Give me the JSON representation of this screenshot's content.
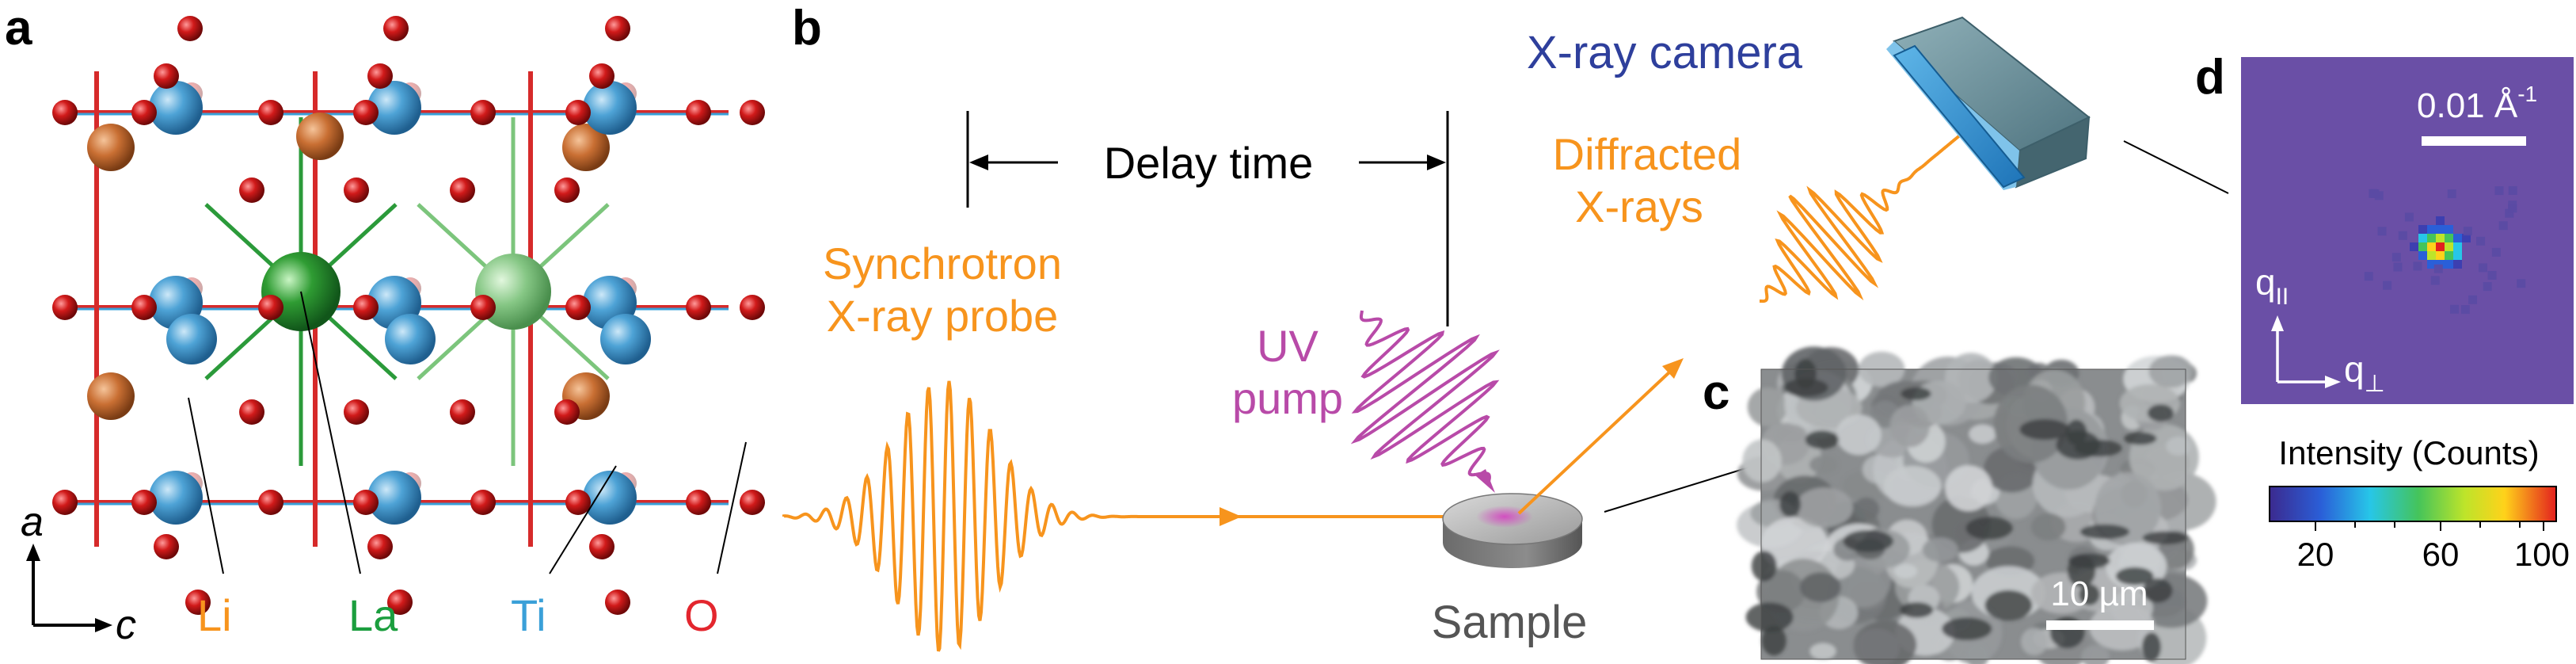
{
  "panels": {
    "a": "a",
    "b": "b",
    "c": "c",
    "d": "d"
  },
  "crystal": {
    "axis_a": "a",
    "axis_c": "c",
    "elements": [
      {
        "symbol": "Li",
        "color": "#f7941d"
      },
      {
        "symbol": "La",
        "color": "#1b9e3e"
      },
      {
        "symbol": "Ti",
        "color": "#3aa0d8"
      },
      {
        "symbol": "O",
        "color": "#e3262e"
      }
    ]
  },
  "setup": {
    "delay_time": "Delay time",
    "probe_line1": "Synchrotron",
    "probe_line2": "X-ray probe",
    "pump_line1": "UV",
    "pump_line2": "pump",
    "diffracted_line1": "Diffracted",
    "diffracted_line2": "X-rays",
    "camera": "X-ray camera",
    "sample": "Sample"
  },
  "sem": {
    "scalebar": "10 µm"
  },
  "detector": {
    "scalebar": "0.01 Å",
    "scalebar_exp": "-1",
    "q_parallel": "q",
    "q_parallel_sub": "II",
    "q_perp": "q",
    "q_perp_sub": "⊥",
    "colorbar_title": "Intensity (Counts)",
    "colorbar_ticks": [
      "20",
      "60",
      "100"
    ]
  },
  "colors": {
    "orange": "#f7941d",
    "magenta": "#b84aa8",
    "camera_blue": "#2e3f9c",
    "detector_bg": "#6a4fa6"
  }
}
